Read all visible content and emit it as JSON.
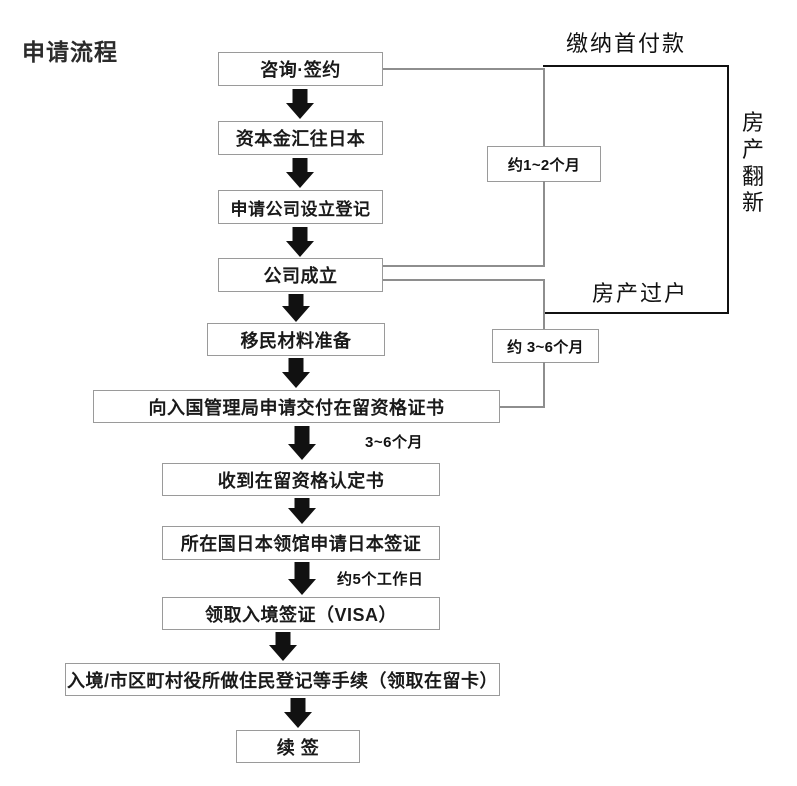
{
  "title": "申请流程",
  "nodes": [
    {
      "id": "consult",
      "label": "咨询·签约"
    },
    {
      "id": "remit",
      "label": "资本金汇往日本"
    },
    {
      "id": "register",
      "label": "申请公司设立登记"
    },
    {
      "id": "established",
      "label": "公司成立"
    },
    {
      "id": "materials",
      "label": "移民材料准备"
    },
    {
      "id": "apply-coe",
      "label": "向入国管理局申请交付在留资格证书"
    },
    {
      "id": "receive-coe",
      "label": "收到在留资格认定书"
    },
    {
      "id": "embassy",
      "label": "所在国日本领馆申请日本签证"
    },
    {
      "id": "visa",
      "label": "领取入境签证（VISA）"
    },
    {
      "id": "residency",
      "label": "入境/市区町村役所做住民登记等手续（领取在留卡）"
    },
    {
      "id": "renewal",
      "label": "续  签"
    }
  ],
  "duration_chips": [
    {
      "id": "chip-1-2-months",
      "label": "约1~2个月"
    },
    {
      "id": "chip-3-6-months",
      "label": "约 3~6个月"
    }
  ],
  "inline_durations": [
    {
      "id": "dur-coe",
      "label": "3~6个月"
    },
    {
      "id": "dur-visa",
      "label": "约5个工作日"
    }
  ],
  "side_labels": {
    "down_payment": "缴纳首付款",
    "property_transfer": "房产过户",
    "renovation": "房产翻新",
    "renovation_chars": [
      "房",
      "产",
      "翻",
      "新"
    ]
  },
  "colors": {
    "node_border": "#9a9a9a",
    "connector": "#8e8e8e",
    "arrow": "#111111",
    "frame": "#111111",
    "text": "#1a1a1a",
    "background": "#ffffff"
  }
}
